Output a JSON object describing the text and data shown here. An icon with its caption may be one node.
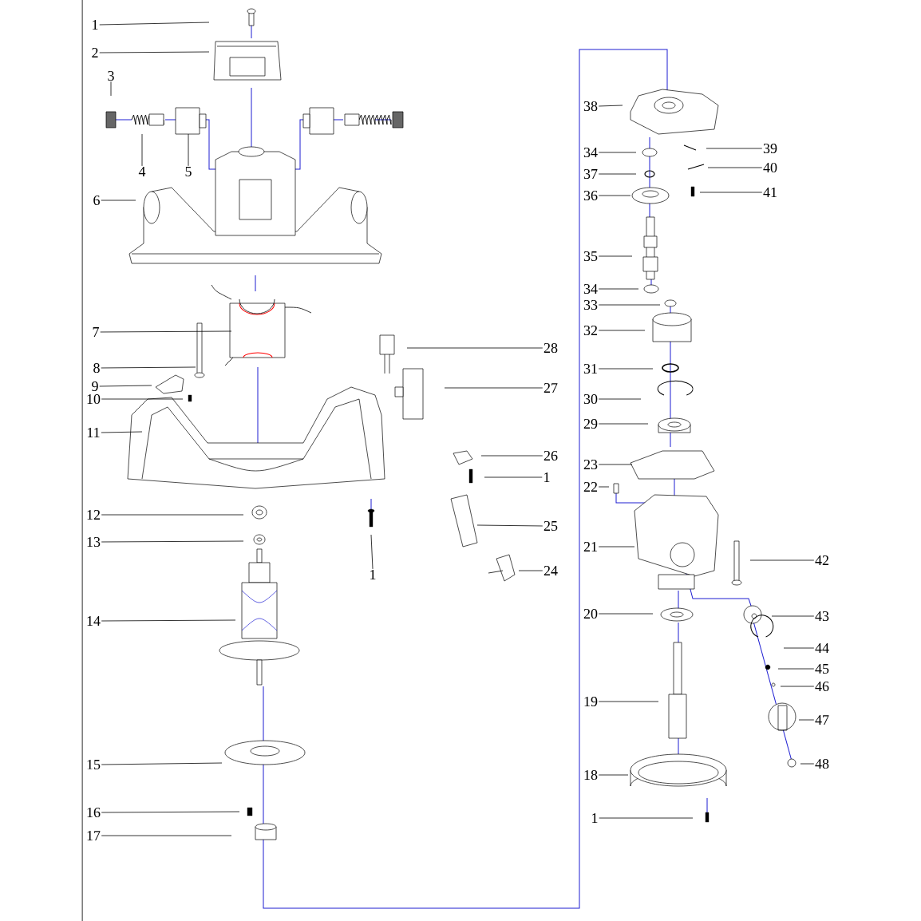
{
  "diagram": {
    "nodes": [
      {
        "text": [
          "1"
        ]
      },
      {
        "text": [
          "2"
        ]
      },
      {
        "text": [
          "3"
        ]
      },
      {
        "text": [
          "4"
        ]
      },
      {
        "text": [
          "5"
        ]
      },
      {
        "text": [
          "6"
        ]
      },
      {
        "text": [
          "7"
        ]
      },
      {
        "text": [
          "8"
        ]
      },
      {
        "text": [
          "9"
        ]
      },
      {
        "text": [
          "10"
        ]
      },
      {
        "text": [
          "11"
        ]
      },
      {
        "text": [
          "12"
        ]
      },
      {
        "text": [
          "13"
        ]
      },
      {
        "text": [
          "14"
        ]
      },
      {
        "text": [
          "15"
        ]
      },
      {
        "text": [
          "16"
        ]
      },
      {
        "text": [
          "17"
        ]
      },
      {
        "text": [
          "1"
        ]
      },
      {
        "text": [
          "28"
        ]
      },
      {
        "text": [
          "27"
        ]
      },
      {
        "text": [
          "26"
        ]
      },
      {
        "text": [
          "1"
        ]
      },
      {
        "text": [
          "25"
        ]
      },
      {
        "text": [
          "24"
        ]
      },
      {
        "text": [
          "38"
        ]
      },
      {
        "text": [
          "34"
        ]
      },
      {
        "text": [
          "37"
        ]
      },
      {
        "text": [
          "36"
        ]
      },
      {
        "text": [
          "35"
        ]
      },
      {
        "text": [
          "34"
        ]
      },
      {
        "text": [
          "33"
        ]
      },
      {
        "text": [
          "32"
        ]
      },
      {
        "text": [
          "31"
        ]
      },
      {
        "text": [
          "30"
        ]
      },
      {
        "text": [
          "29"
        ]
      },
      {
        "text": [
          "23"
        ]
      },
      {
        "text": [
          "22"
        ]
      },
      {
        "text": [
          "21"
        ]
      },
      {
        "text": [
          "20"
        ]
      },
      {
        "text": [
          "19"
        ]
      },
      {
        "text": [
          "18"
        ]
      },
      {
        "text": [
          "1"
        ]
      },
      {
        "text": [
          "39"
        ]
      },
      {
        "text": [
          "40"
        ]
      },
      {
        "text": [
          "41"
        ]
      },
      {
        "text": [
          "42"
        ]
      },
      {
        "text": [
          "43"
        ]
      },
      {
        "text": [
          "44"
        ]
      },
      {
        "text": [
          "45"
        ]
      },
      {
        "text": [
          "46"
        ]
      },
      {
        "text": [
          "47"
        ]
      },
      {
        "text": [
          "48"
        ]
      }
    ],
    "edges": [
      {
        "from": 0,
        "to": null,
        "arrow": "none"
      },
      {
        "from": 1,
        "to": null,
        "arrow": "none"
      },
      {
        "from": 2,
        "to": null,
        "arrow": "none"
      },
      {
        "from": 3,
        "to": null,
        "arrow": "none"
      },
      {
        "from": 4,
        "to": null,
        "arrow": "none"
      },
      {
        "from": 5,
        "to": null,
        "arrow": "none"
      },
      {
        "from": 6,
        "to": null,
        "arrow": "none"
      },
      {
        "from": 7,
        "to": null,
        "arrow": "none"
      },
      {
        "from": 8,
        "to": null,
        "arrow": "none"
      },
      {
        "from": 9,
        "to": null,
        "arrow": "none"
      },
      {
        "from": 10,
        "to": null,
        "arrow": "none"
      },
      {
        "from": 11,
        "to": null,
        "arrow": "none"
      },
      {
        "from": 12,
        "to": null,
        "arrow": "none"
      },
      {
        "from": 13,
        "to": null,
        "arrow": "none"
      },
      {
        "from": 14,
        "to": null,
        "arrow": "none"
      },
      {
        "from": 15,
        "to": null,
        "arrow": "none"
      },
      {
        "from": 16,
        "to": null,
        "arrow": "none"
      },
      {
        "from": 17,
        "to": null,
        "arrow": "none"
      },
      {
        "from": 18,
        "to": null,
        "arrow": "none"
      },
      {
        "from": 19,
        "to": null,
        "arrow": "none"
      },
      {
        "from": 20,
        "to": null,
        "arrow": "none"
      },
      {
        "from": 21,
        "to": null,
        "arrow": "none"
      },
      {
        "from": 22,
        "to": null,
        "arrow": "none"
      },
      {
        "from": 23,
        "to": null,
        "arrow": "none"
      },
      {
        "from": 24,
        "to": null,
        "arrow": "none"
      },
      {
        "from": 25,
        "to": null,
        "arrow": "none"
      },
      {
        "from": 26,
        "to": null,
        "arrow": "none"
      },
      {
        "from": 27,
        "to": null,
        "arrow": "none"
      },
      {
        "from": 28,
        "to": null,
        "arrow": "none"
      },
      {
        "from": 29,
        "to": null,
        "arrow": "none"
      },
      {
        "from": 30,
        "to": null,
        "arrow": "none"
      },
      {
        "from": 31,
        "to": null,
        "arrow": "none"
      },
      {
        "from": 32,
        "to": null,
        "arrow": "none"
      },
      {
        "from": 33,
        "to": null,
        "arrow": "none"
      },
      {
        "from": 34,
        "to": null,
        "arrow": "none"
      },
      {
        "from": 35,
        "to": null,
        "arrow": "none"
      },
      {
        "from": 36,
        "to": null,
        "arrow": "none"
      },
      {
        "from": 37,
        "to": null,
        "arrow": "none"
      },
      {
        "from": 38,
        "to": null,
        "arrow": "none"
      },
      {
        "from": 39,
        "to": null,
        "arrow": "none"
      },
      {
        "from": 40,
        "to": null,
        "arrow": "none"
      },
      {
        "from": 41,
        "to": null,
        "arrow": "none"
      },
      {
        "from": 42,
        "to": null,
        "arrow": "none"
      },
      {
        "from": 43,
        "to": null,
        "arrow": "none"
      },
      {
        "from": 44,
        "to": null,
        "arrow": "none"
      },
      {
        "from": 45,
        "to": null,
        "arrow": "none"
      },
      {
        "from": 46,
        "to": null,
        "arrow": "none"
      },
      {
        "from": 47,
        "to": null,
        "arrow": "none"
      },
      {
        "from": 48,
        "to": null,
        "arrow": "none"
      },
      {
        "from": 49,
        "to": null,
        "arrow": "none"
      },
      {
        "from": 50,
        "to": null,
        "arrow": "none"
      },
      {
        "from": 51,
        "to": null,
        "arrow": "none"
      }
    ]
  }
}
